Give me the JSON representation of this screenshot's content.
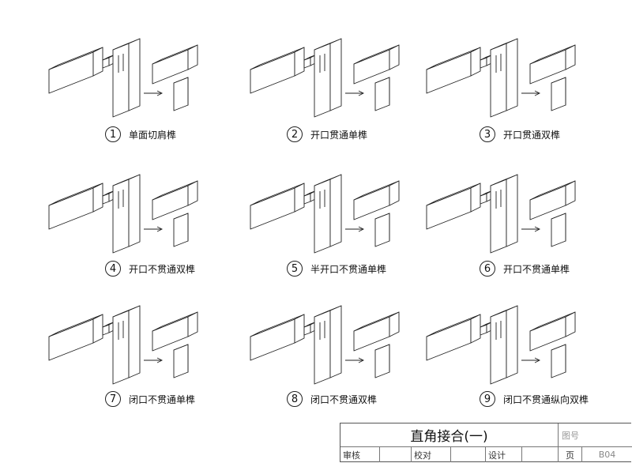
{
  "joints": [
    {
      "number": "1",
      "label": "单面切肩榫"
    },
    {
      "number": "2",
      "label": "开口贯通单榫"
    },
    {
      "number": "3",
      "label": "开口贯通双榫"
    },
    {
      "number": "4",
      "label": "开口不贯通双榫"
    },
    {
      "number": "5",
      "label": "半开口不贯通单榫"
    },
    {
      "number": "6",
      "label": "开口不贯通单榫"
    },
    {
      "number": "7",
      "label": "闭口不贯通单榫"
    },
    {
      "number": "8",
      "label": "闭口不贯通双榫"
    },
    {
      "number": "9",
      "label": "闭口不贯通纵向双榫"
    }
  ],
  "title_block": {
    "title": "直角接合(一)",
    "drawing_no_label": "图号",
    "review_label": "审核",
    "check_label": "校对",
    "design_label": "设计",
    "page_label": "页",
    "page_value": "B04"
  }
}
